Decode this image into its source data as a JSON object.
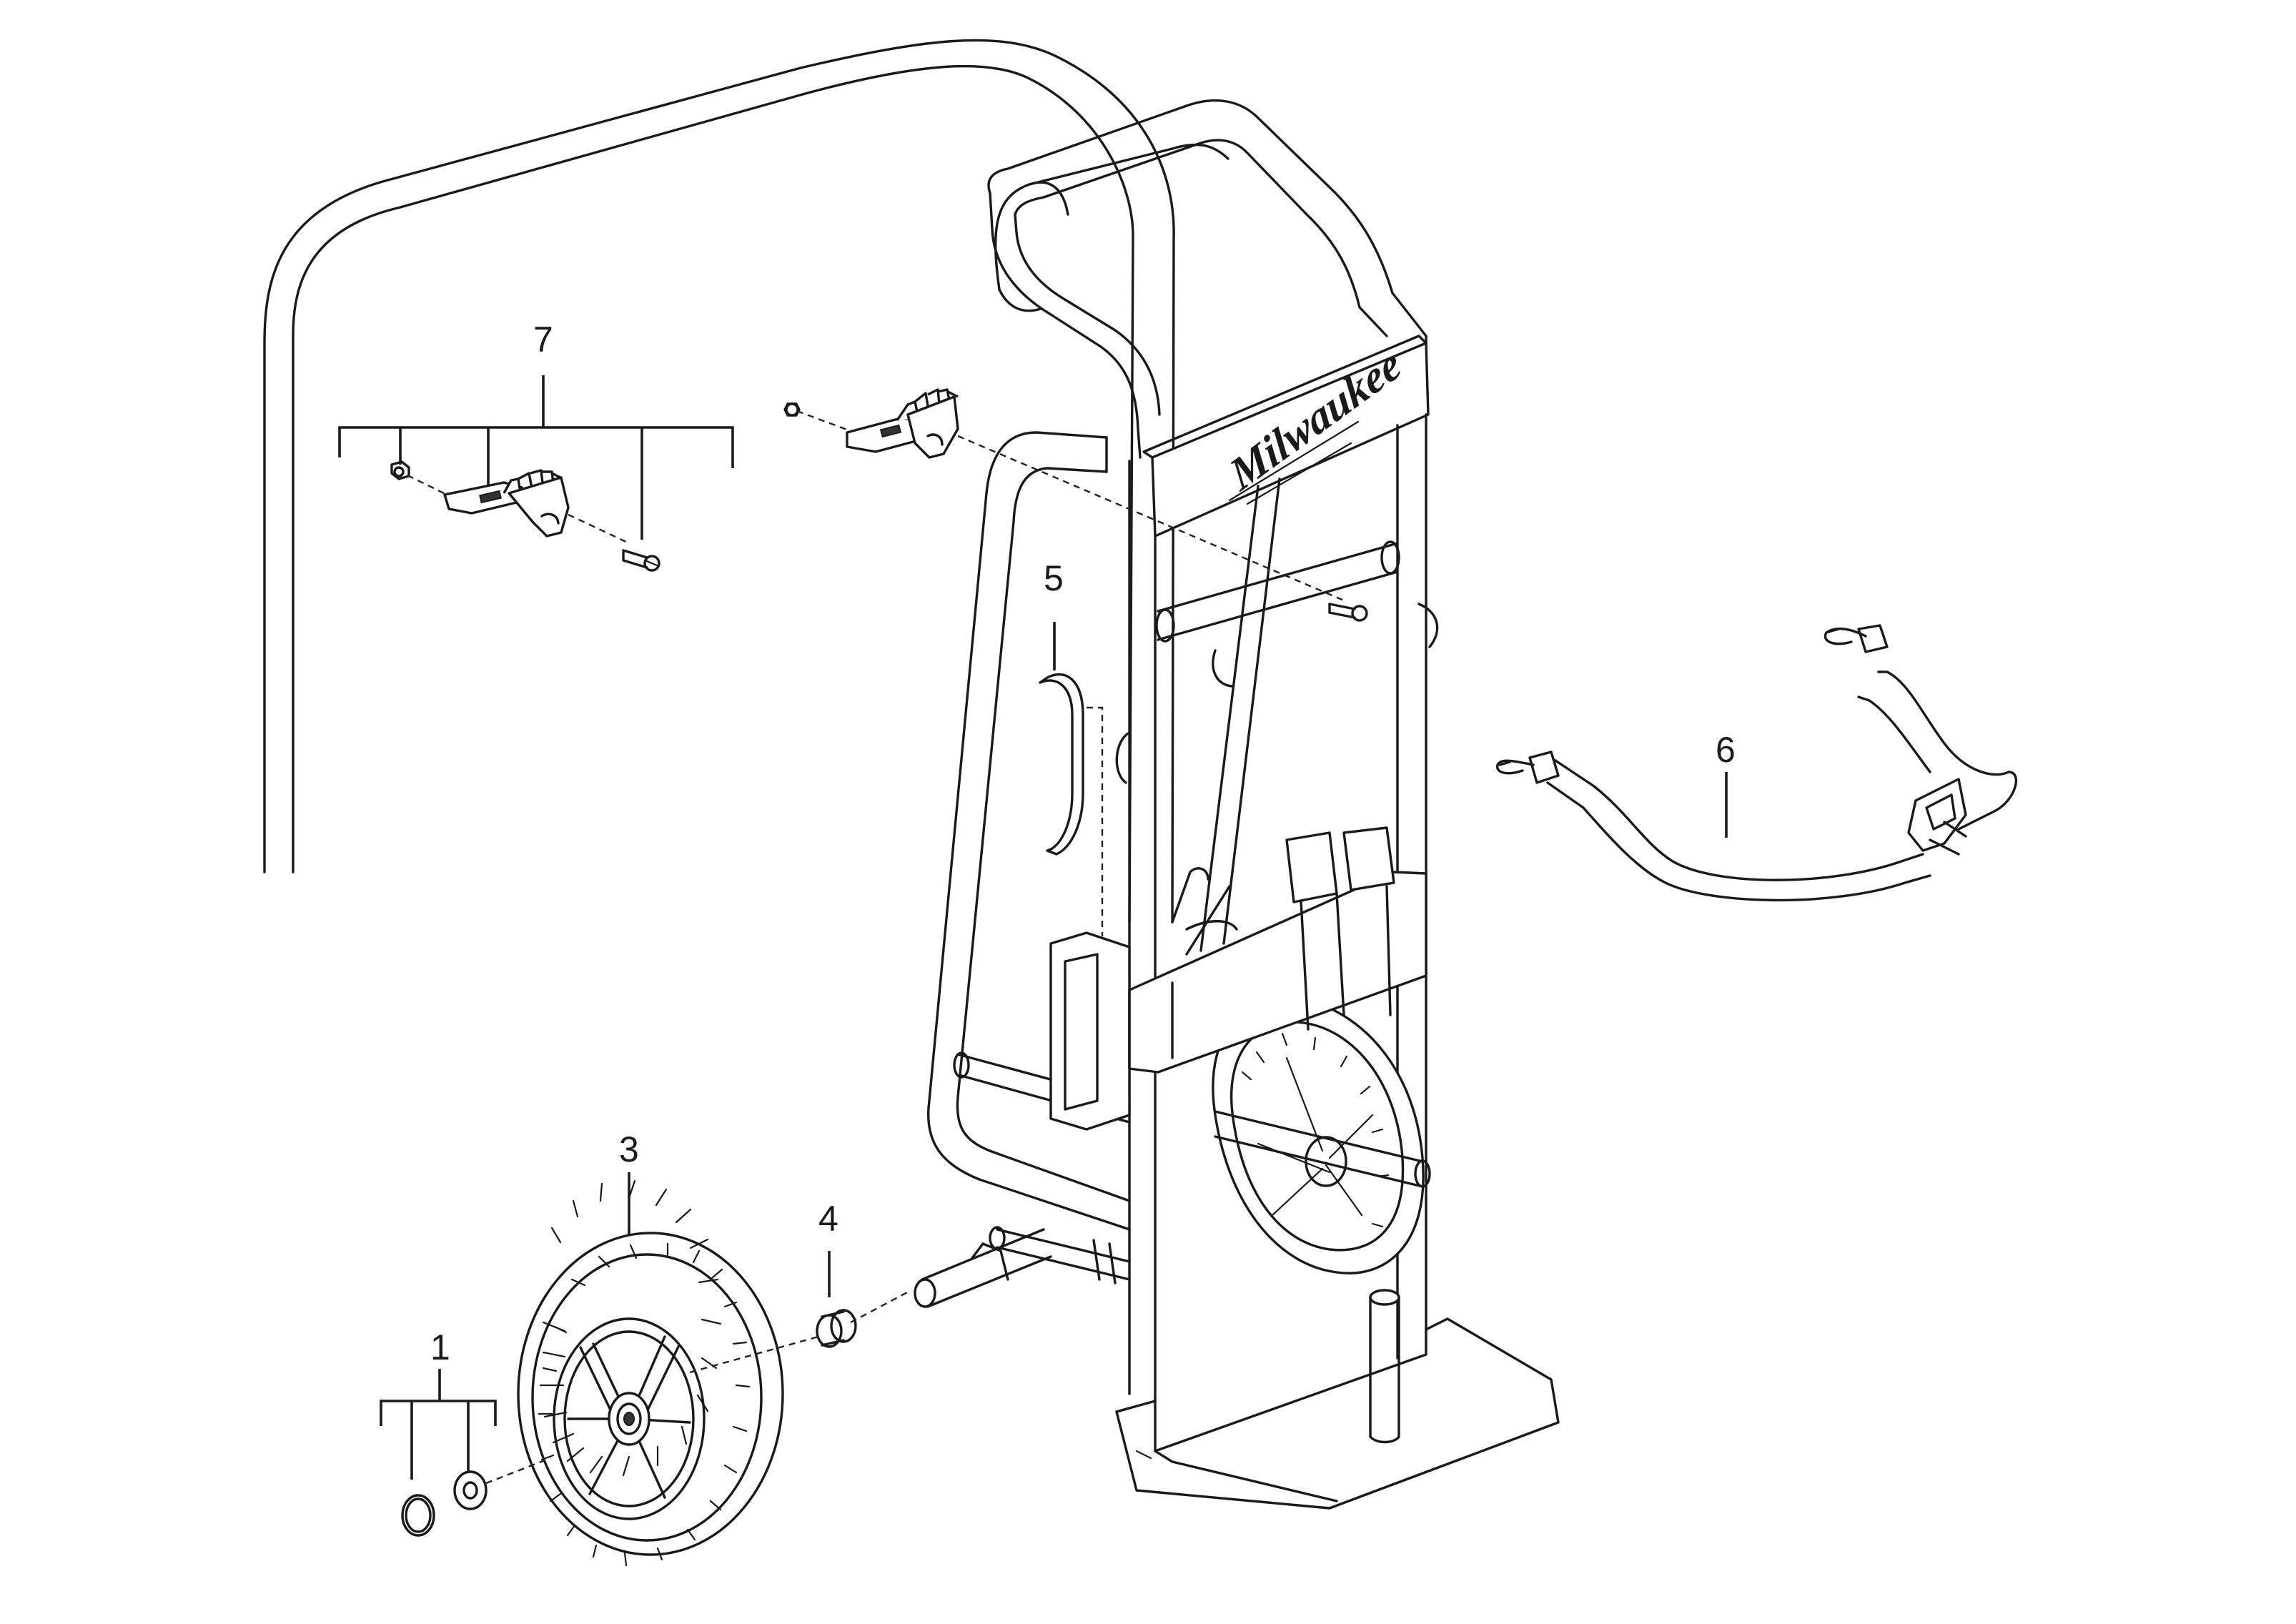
{
  "diagram": {
    "brand_label": "Milwaukee",
    "callouts": [
      {
        "id": "1",
        "label": "1",
        "part": "retaining-ring-and-washer"
      },
      {
        "id": "3",
        "label": "3",
        "part": "wheel"
      },
      {
        "id": "4",
        "label": "4",
        "part": "axle-bushing"
      },
      {
        "id": "5",
        "label": "5",
        "part": "hook"
      },
      {
        "id": "6",
        "label": "6",
        "part": "strap"
      },
      {
        "id": "7",
        "label": "7",
        "part": "latch-kit"
      }
    ]
  }
}
